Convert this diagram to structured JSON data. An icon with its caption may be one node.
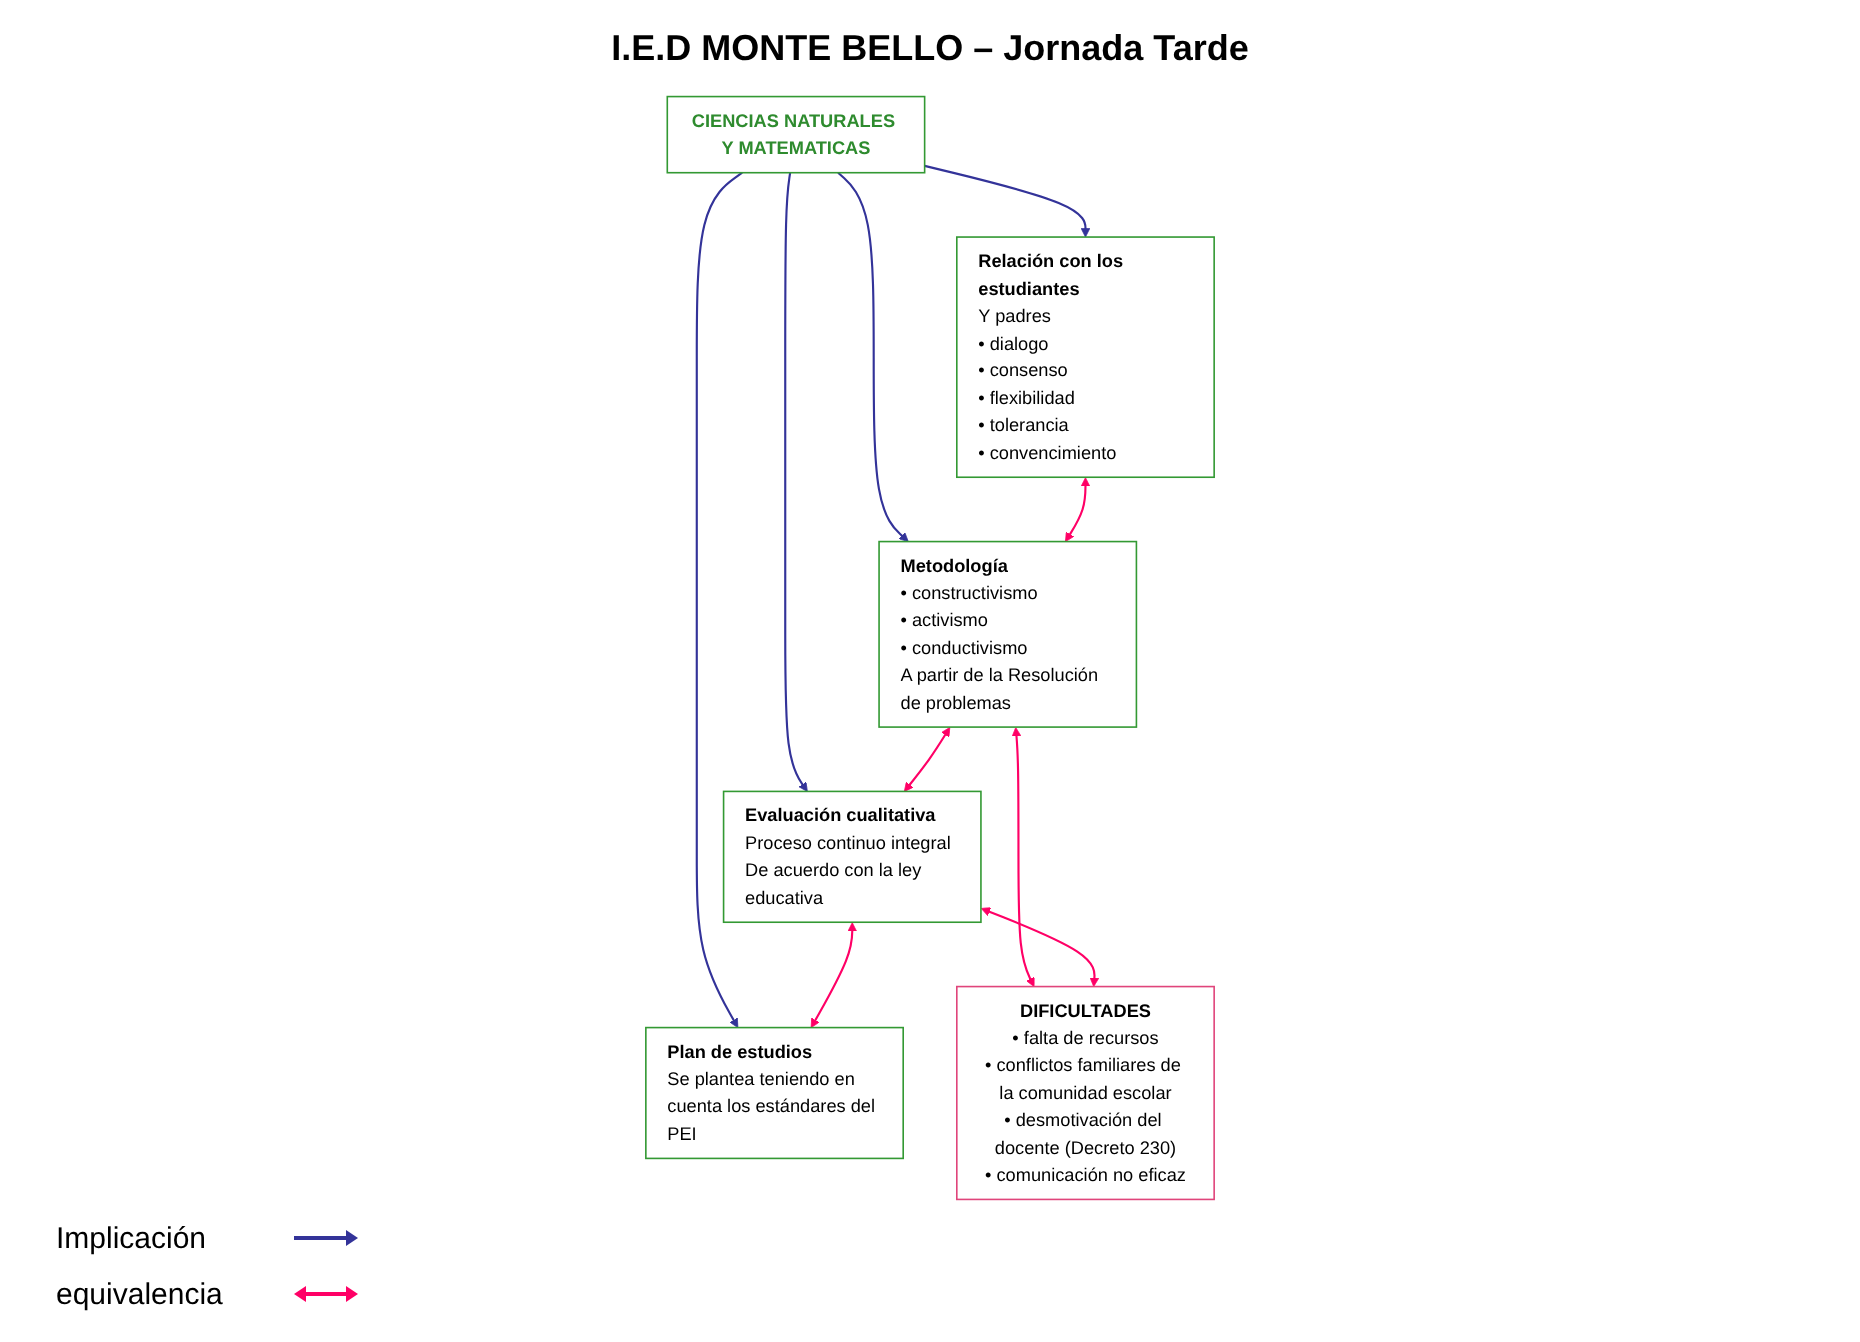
{
  "diagram": {
    "title": "I.E.D MONTE BELLO – Jornada Tarde",
    "nodes": [
      {
        "text": [
          "CIENCIAS NATURALES Y MATEMATICAS"
        ]
      },
      {
        "text": [
          "Relación con los estudiantes",
          "Y padres",
          "• dialogo",
          "• consenso",
          "• flexibilidad",
          "• tolerancia",
          "• convencimiento"
        ]
      },
      {
        "text": [
          "Metodología",
          "• constructivismo",
          "• activismo",
          "• conductivismo",
          "A partir de la Resolución de problemas"
        ]
      },
      {
        "text": [
          "Evaluación cualitativa",
          "Proceso continuo integral",
          "De acuerdo con la ley educativa"
        ]
      },
      {
        "text": [
          "Plan de estudios",
          "Se plantea teniendo en cuenta los estándares del PEI"
        ]
      },
      {
        "text": [
          "DIFICULTADES",
          "• falta de recursos",
          "• conflictos familiares de la comunidad escolar",
          "• desmotivación del docente (Decreto 230)",
          "• comunicación no eficaz"
        ]
      }
    ],
    "edges": [
      {
        "from": 0,
        "to": 1,
        "arrow": "to",
        "color": "#333399"
      },
      {
        "from": 0,
        "to": 2,
        "arrow": "to",
        "color": "#333399"
      },
      {
        "from": 0,
        "to": 3,
        "arrow": "to",
        "color": "#333399"
      },
      {
        "from": 0,
        "to": 4,
        "arrow": "to",
        "color": "#333399"
      },
      {
        "from": 1,
        "to": 2,
        "arrow": "both",
        "color": "#ff0066"
      },
      {
        "from": 2,
        "to": 3,
        "arrow": "both",
        "color": "#ff0066"
      },
      {
        "from": 3,
        "to": 4,
        "arrow": "both",
        "color": "#ff0066"
      },
      {
        "from": 2,
        "to": 5,
        "arrow": "both",
        "color": "#ff0066"
      },
      {
        "from": 3,
        "to": 5,
        "arrow": "both",
        "color": "#ff0066"
      }
    ],
    "legend": [
      {
        "text": "Implicación"
      },
      {
        "text": "equivalencia"
      }
    ]
  }
}
